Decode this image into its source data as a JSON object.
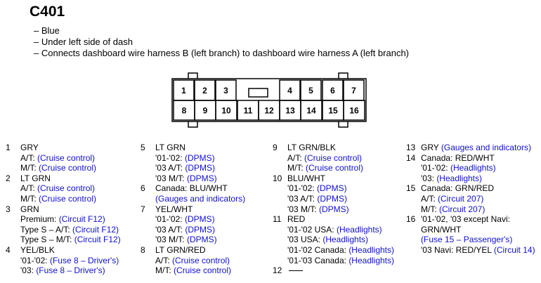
{
  "title": "C401",
  "description": [
    "– Blue",
    "– Under left side of dash",
    "– Connects dashboard wire harness B (left branch) to dashboard wire harness A (left branch)"
  ],
  "connector": {
    "top_row": [
      "1",
      "2",
      "3",
      "4",
      "5",
      "6",
      "7"
    ],
    "bottom_row": [
      "8",
      "9",
      "10",
      "11",
      "12",
      "13",
      "14",
      "15",
      "16"
    ]
  },
  "columns": [
    [
      {
        "num": "1",
        "lines": [
          [
            {
              "t": "GRY"
            }
          ],
          [
            {
              "t": "A/T: "
            },
            {
              "t": "(Cruise control)",
              "link": true
            }
          ],
          [
            {
              "t": "M/T: "
            },
            {
              "t": "(Cruise control)",
              "link": true
            }
          ]
        ]
      },
      {
        "num": "2",
        "lines": [
          [
            {
              "t": "LT GRN"
            }
          ],
          [
            {
              "t": "A/T: "
            },
            {
              "t": "(Cruise control)",
              "link": true
            }
          ],
          [
            {
              "t": "M/T: "
            },
            {
              "t": "(Cruise control)",
              "link": true
            }
          ]
        ]
      },
      {
        "num": "3",
        "lines": [
          [
            {
              "t": "GRN"
            }
          ],
          [
            {
              "t": "Premium: "
            },
            {
              "t": "(Circuit F12)",
              "link": true
            }
          ],
          [
            {
              "t": "Type S – A/T: "
            },
            {
              "t": "(Circuit F12)",
              "link": true
            }
          ],
          [
            {
              "t": "Type S – M/T: "
            },
            {
              "t": "(Circuit F12)",
              "link": true
            }
          ]
        ]
      },
      {
        "num": "4",
        "lines": [
          [
            {
              "t": "YEL/BLK"
            }
          ],
          [
            {
              "t": "'01-'02: "
            },
            {
              "t": "(Fuse 8 – Driver's)",
              "link": true
            }
          ],
          [
            {
              "t": "'03: "
            },
            {
              "t": "(Fuse 8 – Driver's)",
              "link": true
            }
          ]
        ]
      }
    ],
    [
      {
        "num": "5",
        "lines": [
          [
            {
              "t": "LT GRN"
            }
          ],
          [
            {
              "t": "'01-'02: "
            },
            {
              "t": "(DPMS)",
              "link": true
            }
          ],
          [
            {
              "t": "'03 A/T: "
            },
            {
              "t": "(DPMS)",
              "link": true
            }
          ],
          [
            {
              "t": "'03 M/T: "
            },
            {
              "t": "(DPMS)",
              "link": true
            }
          ]
        ]
      },
      {
        "num": "6",
        "lines": [
          [
            {
              "t": "Canada: BLU/WHT"
            }
          ],
          [
            {
              "t": "(Gauges and indicators)",
              "link": true
            }
          ]
        ]
      },
      {
        "num": "7",
        "lines": [
          [
            {
              "t": "YEL/WHT"
            }
          ],
          [
            {
              "t": "'01-'02: "
            },
            {
              "t": "(DPMS)",
              "link": true
            }
          ],
          [
            {
              "t": "'03 A/T: "
            },
            {
              "t": "(DPMS)",
              "link": true
            }
          ],
          [
            {
              "t": "'03 M/T: "
            },
            {
              "t": "(DPMS)",
              "link": true
            }
          ]
        ]
      },
      {
        "num": "8",
        "lines": [
          [
            {
              "t": "LT GRN/RED"
            }
          ],
          [
            {
              "t": "A/T: "
            },
            {
              "t": "(Cruise control)",
              "link": true
            }
          ],
          [
            {
              "t": "M/T: "
            },
            {
              "t": "(Cruise control)",
              "link": true
            }
          ]
        ]
      }
    ],
    [
      {
        "num": "9",
        "lines": [
          [
            {
              "t": "LT GRN/BLK"
            }
          ],
          [
            {
              "t": "A/T: "
            },
            {
              "t": "(Cruise control)",
              "link": true
            }
          ],
          [
            {
              "t": "M/T: "
            },
            {
              "t": "(Cruise control)",
              "link": true
            }
          ]
        ]
      },
      {
        "num": "10",
        "lines": [
          [
            {
              "t": "BLU/WHT"
            }
          ],
          [
            {
              "t": "'01-'02: "
            },
            {
              "t": "(DPMS)",
              "link": true
            }
          ],
          [
            {
              "t": "'03 A/T: "
            },
            {
              "t": "(DPMS)",
              "link": true
            }
          ],
          [
            {
              "t": "'03 M/T: "
            },
            {
              "t": "(DPMS)",
              "link": true
            }
          ]
        ]
      },
      {
        "num": "11",
        "lines": [
          [
            {
              "t": "RED"
            }
          ],
          [
            {
              "t": "'01-'02 USA: "
            },
            {
              "t": "(Headlights)",
              "link": true
            }
          ],
          [
            {
              "t": "'03 USA: "
            },
            {
              "t": "(Headlights)",
              "link": true
            }
          ],
          [
            {
              "t": "'01-'02 Canada: "
            },
            {
              "t": "(Headlights)",
              "link": true
            }
          ],
          [
            {
              "t": "'01-'03 Canada: "
            },
            {
              "t": "(Headlights)",
              "link": true
            }
          ]
        ]
      },
      {
        "num": "12",
        "empty": true,
        "lines": []
      }
    ],
    [
      {
        "num": "13",
        "lines": [
          [
            {
              "t": "GRY "
            },
            {
              "t": "(Gauges and indicators)",
              "link": true
            }
          ]
        ]
      },
      {
        "num": "14",
        "lines": [
          [
            {
              "t": "Canada: RED/WHT"
            }
          ],
          [
            {
              "t": "'01-'02: "
            },
            {
              "t": "(Headlights)",
              "link": true
            }
          ],
          [
            {
              "t": "'03: "
            },
            {
              "t": "(Headlights)",
              "link": true
            }
          ]
        ]
      },
      {
        "num": "15",
        "lines": [
          [
            {
              "t": "Canada: GRN/RED"
            }
          ],
          [
            {
              "t": "A/T: "
            },
            {
              "t": "(Circuit 207)",
              "link": true
            }
          ],
          [
            {
              "t": "M/T: "
            },
            {
              "t": "(Circuit 207)",
              "link": true
            }
          ]
        ]
      },
      {
        "num": "16",
        "lines": [
          [
            {
              "t": "'01-'02, '03 except Navi:"
            }
          ],
          [
            {
              "t": "GRN/WHT"
            }
          ],
          [
            {
              "t": "(Fuse 15 – Passenger's)",
              "link": true
            }
          ],
          [
            {
              "t": "'03 Navi: RED/YEL "
            },
            {
              "t": "(Circuit 14)",
              "link": true
            }
          ]
        ]
      }
    ]
  ]
}
